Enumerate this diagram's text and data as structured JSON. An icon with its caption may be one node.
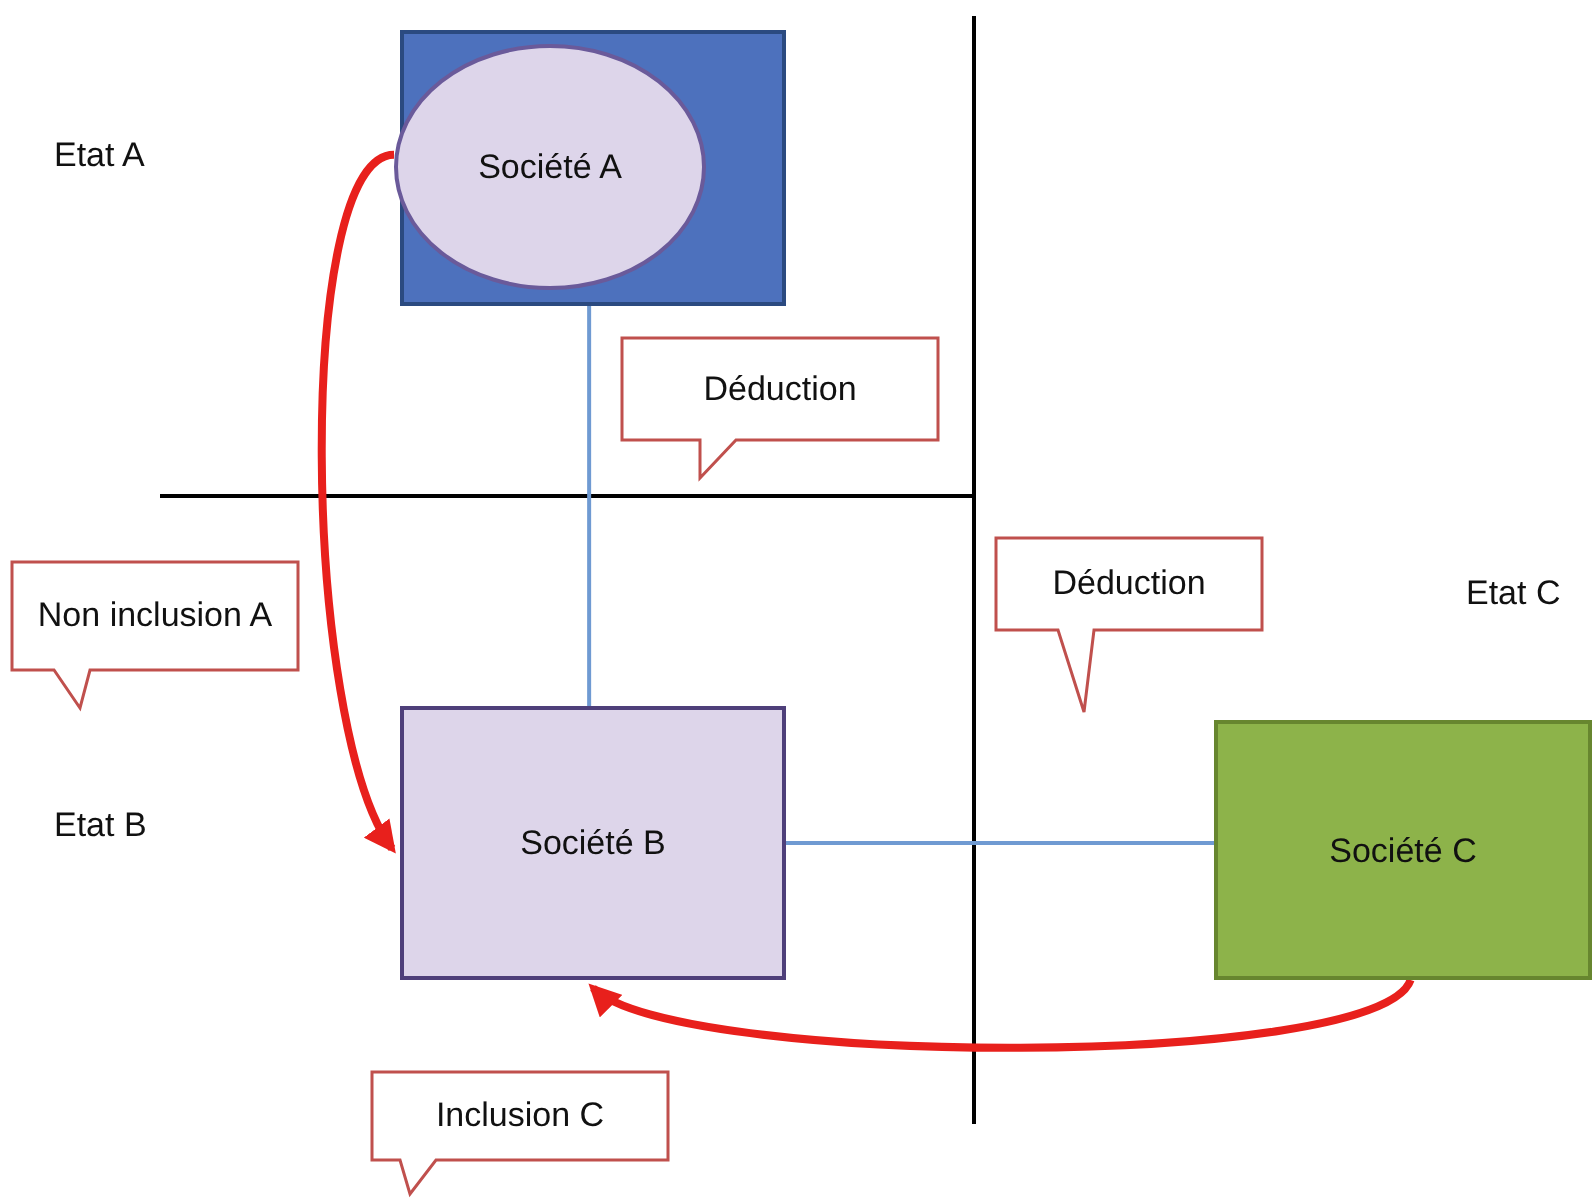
{
  "diagram": {
    "nodes": [
      {
        "text": [],
        "shape": "box"
      },
      {
        "text": [
          "Société A"
        ],
        "in": 0
      },
      {
        "text": [
          "Société B"
        ]
      },
      {
        "text": [
          "Société C"
        ]
      },
      {
        "text": [
          "Déduction"
        ]
      },
      {
        "text": [
          "Non inclusion A"
        ]
      },
      {
        "text": [
          "Déduction"
        ]
      },
      {
        "text": [
          "Inclusion C"
        ]
      }
    ],
    "edges": [
      {
        "from": 0,
        "to": 2,
        "arrow": "none",
        "color": "#6f9ad2"
      },
      {
        "from": 2,
        "to": 3,
        "arrow": "none",
        "color": "#6f9ad2"
      },
      {
        "from": 1,
        "to": 2,
        "arrow": "to",
        "style": "thick",
        "color": "#e8201c"
      },
      {
        "from": 3,
        "to": 2,
        "arrow": "to",
        "style": "thick",
        "color": "#e8201c"
      }
    ],
    "labels": [
      "Etat A",
      "Etat B",
      "Etat C"
    ]
  }
}
